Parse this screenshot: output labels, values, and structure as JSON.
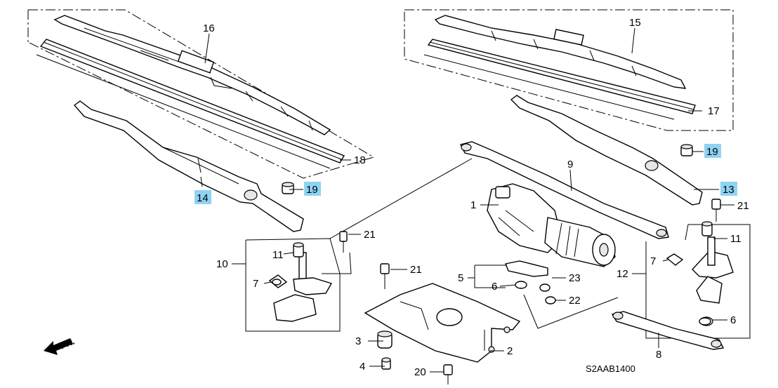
{
  "diagram": {
    "code": "S2AAB1400",
    "direction": "FR.",
    "highlight_color": "#8fd3f2",
    "callouts": {
      "c1": "1",
      "c2": "2",
      "c3": "3",
      "c4": "4",
      "c5": "5",
      "c6a": "6",
      "c6b": "6",
      "c7a": "7",
      "c7b": "7",
      "c8": "8",
      "c9": "9",
      "c10": "10",
      "c11a": "11",
      "c11b": "11",
      "c12": "12",
      "c13": "13",
      "c14": "14",
      "c15": "15",
      "c16": "16",
      "c17": "17",
      "c18": "18",
      "c19a": "19",
      "c19b": "19",
      "c20": "20",
      "c21a": "21",
      "c21b": "21",
      "c21c": "21",
      "c22": "22",
      "c23": "23"
    }
  }
}
